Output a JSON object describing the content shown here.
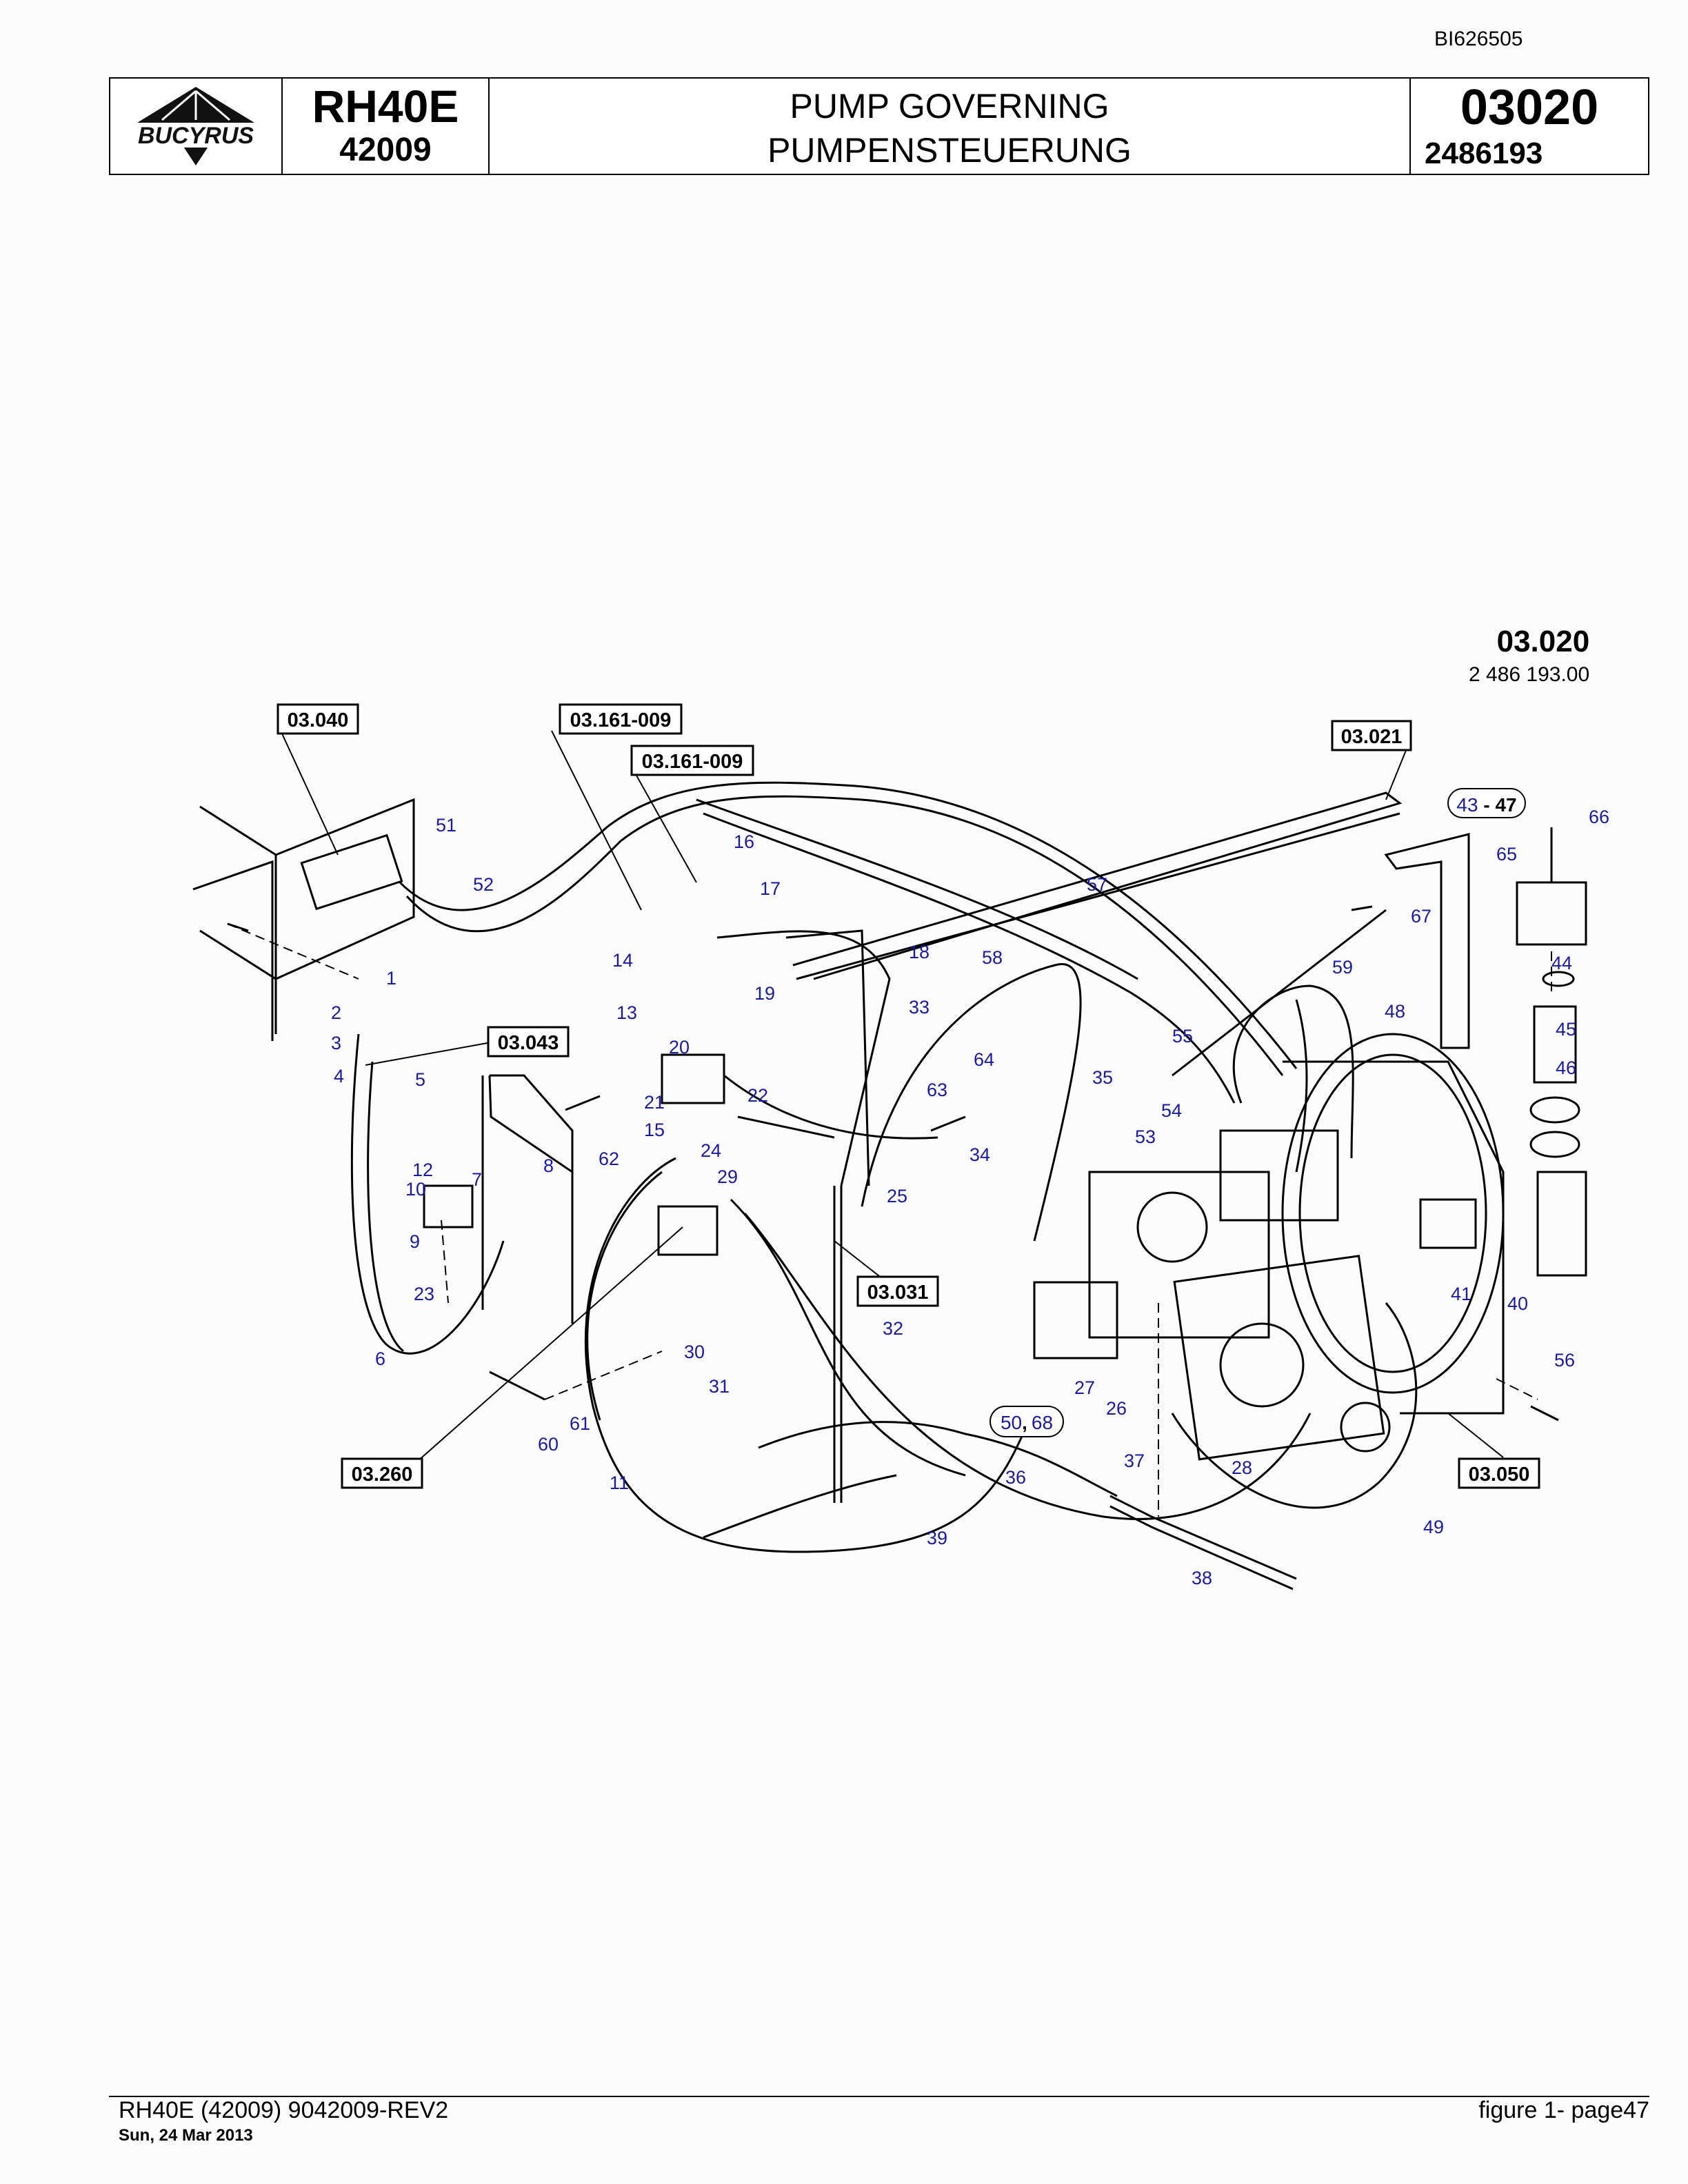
{
  "doc_id": "BI626505",
  "header": {
    "logo_text": "BUCYRUS",
    "model": "RH40E",
    "model_number": "42009",
    "title_en": "PUMP GOVERNING",
    "title_de": "PUMPENSTEUERUNG",
    "section": "03020",
    "part_number": "2486193"
  },
  "drawing": {
    "id": "03.020",
    "part_number": "2 486 193.00",
    "references": [
      "03.040",
      "03.161-009",
      "03.161-009",
      "03.021",
      "03.043",
      "03.031",
      "03.260",
      "03.050"
    ],
    "grouped_callouts": {
      "range_start": "43",
      "range_sep": " - ",
      "range_end": "47",
      "pair_a": "50",
      "pair_sep": ",",
      "pair_b": "68"
    },
    "callouts": [
      "1",
      "2",
      "3",
      "4",
      "5",
      "6",
      "7",
      "8",
      "9",
      "10",
      "11",
      "12",
      "13",
      "14",
      "15",
      "16",
      "17",
      "18",
      "19",
      "20",
      "21",
      "22",
      "23",
      "24",
      "25",
      "26",
      "27",
      "28",
      "29",
      "30",
      "31",
      "32",
      "33",
      "34",
      "35",
      "36",
      "37",
      "38",
      "39",
      "40",
      "41",
      "44",
      "45",
      "46",
      "48",
      "49",
      "51",
      "52",
      "53",
      "54",
      "55",
      "56",
      "57",
      "58",
      "59",
      "60",
      "61",
      "62",
      "63",
      "64",
      "65",
      "66",
      "67"
    ]
  },
  "footer": {
    "left": "RH40E (42009) 9042009-REV2",
    "date": "Sun, 24 Mar 2013",
    "right": "figure  1- page47"
  },
  "colors": {
    "callout": "#1a1aa8",
    "line": "#000000"
  }
}
